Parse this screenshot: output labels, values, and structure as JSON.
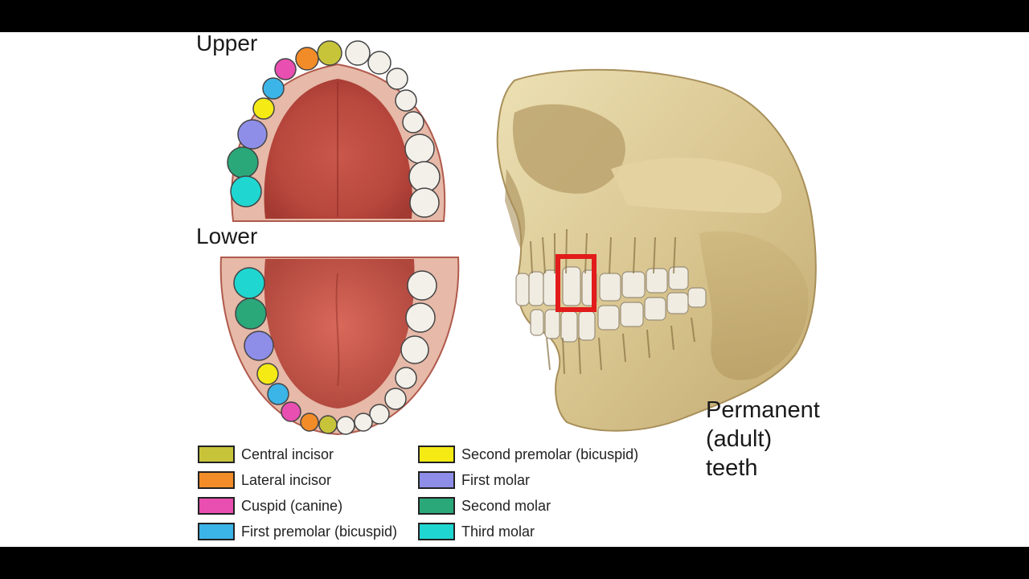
{
  "diagram": {
    "upper_label": "Upper",
    "lower_label": "Lower",
    "permanent_title": [
      "Permanent",
      "(adult)",
      "teeth"
    ]
  },
  "legend": [
    {
      "label": "Central incisor",
      "color": "#c8c43a"
    },
    {
      "label": "Lateral incisor",
      "color": "#f28c28"
    },
    {
      "label": "Cuspid (canine)",
      "color": "#e84fb0"
    },
    {
      "label": "First premolar (bicuspid)",
      "color": "#3bb4e8"
    },
    {
      "label": "Second premolar (bicuspid)",
      "color": "#f5ea14"
    },
    {
      "label": "First molar",
      "color": "#8e8ee8"
    },
    {
      "label": "Second molar",
      "color": "#2aa87a"
    },
    {
      "label": "Third molar",
      "color": "#1fd6d0"
    }
  ],
  "highlight_color": "#e21b1b"
}
